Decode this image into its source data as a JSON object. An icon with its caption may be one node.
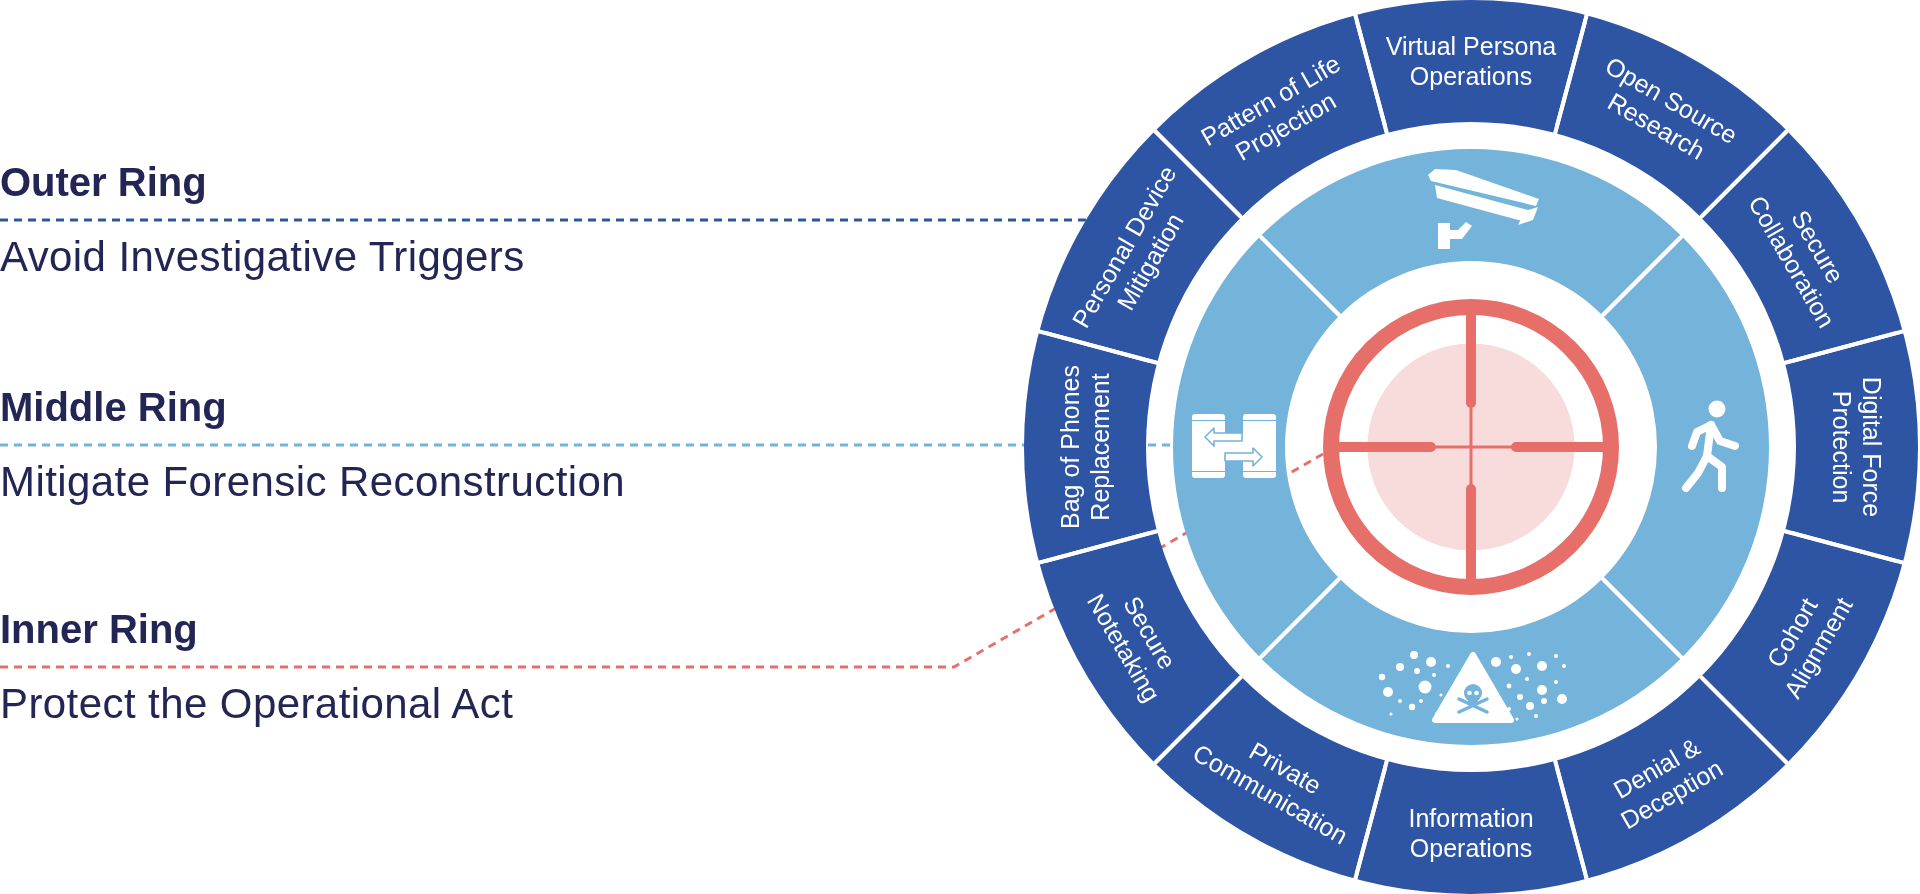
{
  "diagram": {
    "nodes": [
      {
        "text": [
          "Outer Ring",
          "Avoid Investigative Triggers"
        ]
      },
      {
        "text": [
          "Middle Ring",
          "Mitigate Forensic Reconstruction"
        ]
      },
      {
        "text": [
          "Inner Ring",
          "Protect the Operational Act"
        ]
      },
      {
        "text": [],
        "shape": "ring"
      },
      {
        "text": [
          "Virtual Persona Operations"
        ],
        "in": 3
      },
      {
        "text": [
          "Open Source Research"
        ],
        "in": 3
      },
      {
        "text": [
          "Secure Collaboration"
        ],
        "in": 3
      },
      {
        "text": [
          "Digital Force Protection"
        ],
        "in": 3
      },
      {
        "text": [
          "Cohort Alignment"
        ],
        "in": 3
      },
      {
        "text": [
          "Denial & Deception"
        ],
        "in": 3
      },
      {
        "text": [
          "Information Operations"
        ],
        "in": 3
      },
      {
        "text": [
          "Private Communication"
        ],
        "in": 3
      },
      {
        "text": [
          "Secure Notetaking"
        ],
        "in": 3
      },
      {
        "text": [
          "Bag of Phones Replacement"
        ],
        "in": 3
      },
      {
        "text": [
          "Personal Device Mitigation"
        ],
        "in": 3
      },
      {
        "text": [
          "Pattern of Life Projection"
        ],
        "in": 3
      },
      {
        "text": [],
        "shape": "ring",
        "in": 3
      },
      {
        "text": [],
        "shape": "sector",
        "in": 16
      },
      {
        "text": [],
        "shape": "sector",
        "in": 16
      },
      {
        "text": [],
        "shape": "sector",
        "in": 16
      },
      {
        "text": [],
        "shape": "sector",
        "in": 16
      },
      {
        "text": [],
        "shape": "picture",
        "in": 16
      }
    ],
    "edges": [
      {
        "from": 0,
        "to": 3,
        "arrow": "none",
        "style": "dashed",
        "color": "#2e54a4"
      },
      {
        "from": 1,
        "to": 16,
        "arrow": "none",
        "style": "dashed",
        "color": "#74b3da"
      },
      {
        "from": 2,
        "to": 21,
        "arrow": "none",
        "style": "dashed",
        "color": "#e76f6a"
      }
    ]
  }
}
